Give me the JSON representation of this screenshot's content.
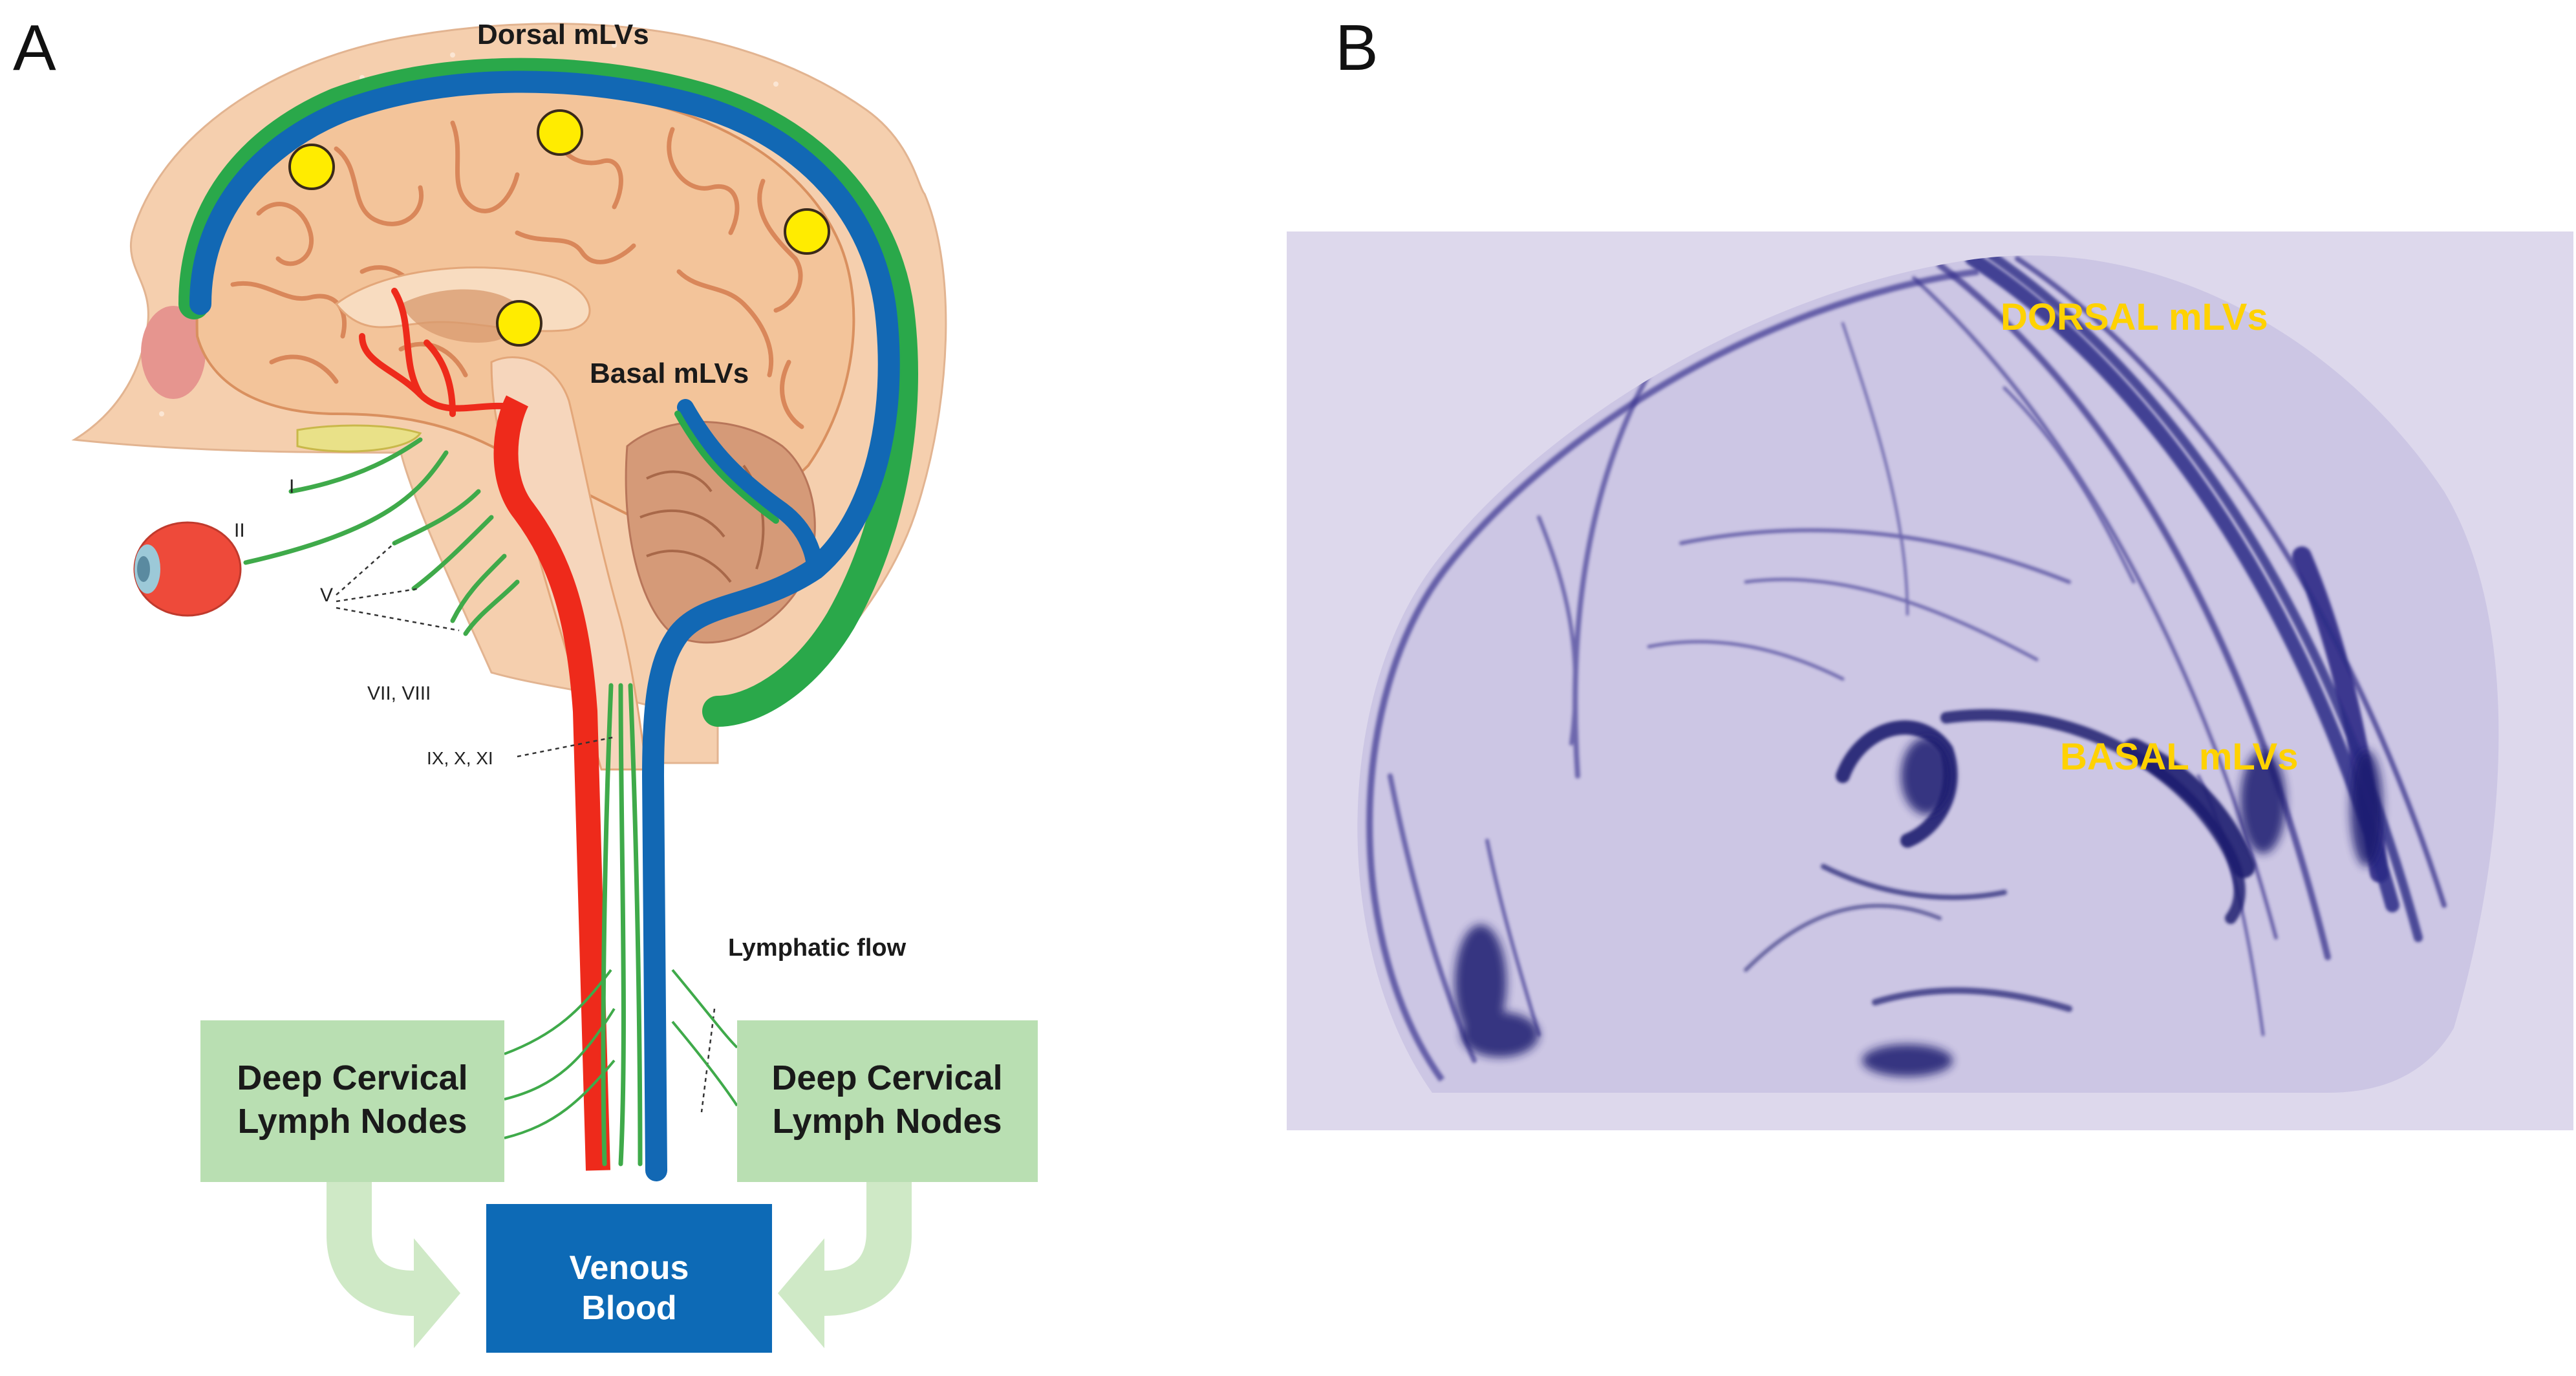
{
  "panel_a": {
    "letter": "A",
    "dorsal_label": "Dorsal mLVs",
    "basal_label": "Basal mLVs",
    "nerve_labels": [
      "I",
      "II",
      "V",
      "VII, VIII",
      "IX, X, XI"
    ],
    "flow_label": "Lymphatic flow",
    "node_left": [
      "Deep Cervical",
      "Lymph Nodes"
    ],
    "node_right": [
      "Deep Cervical",
      "Lymph Nodes"
    ],
    "venous": [
      "Venous",
      "Blood"
    ]
  },
  "panel_b": {
    "letter": "B",
    "dorsal_label": "DORSAL mLVs",
    "basal_label": "BASAL mLVs"
  },
  "colors": {
    "skin": "#f5cfae",
    "brain": "#f3c49a",
    "brain_folds": "#d9875a",
    "lymphatic": "#2aa84a",
    "vein": "#1268b4",
    "artery": "#ee2a1b",
    "nerve": "#3faa4a",
    "node_box": "#b9dfb2",
    "arrow": "#cfe9c6",
    "venous_box": "#0d6ab6",
    "dots": "#ffec00",
    "stain_bg": "#ddd8ec",
    "stain": "#2c2a86",
    "label_yellow": "#ffd200"
  }
}
